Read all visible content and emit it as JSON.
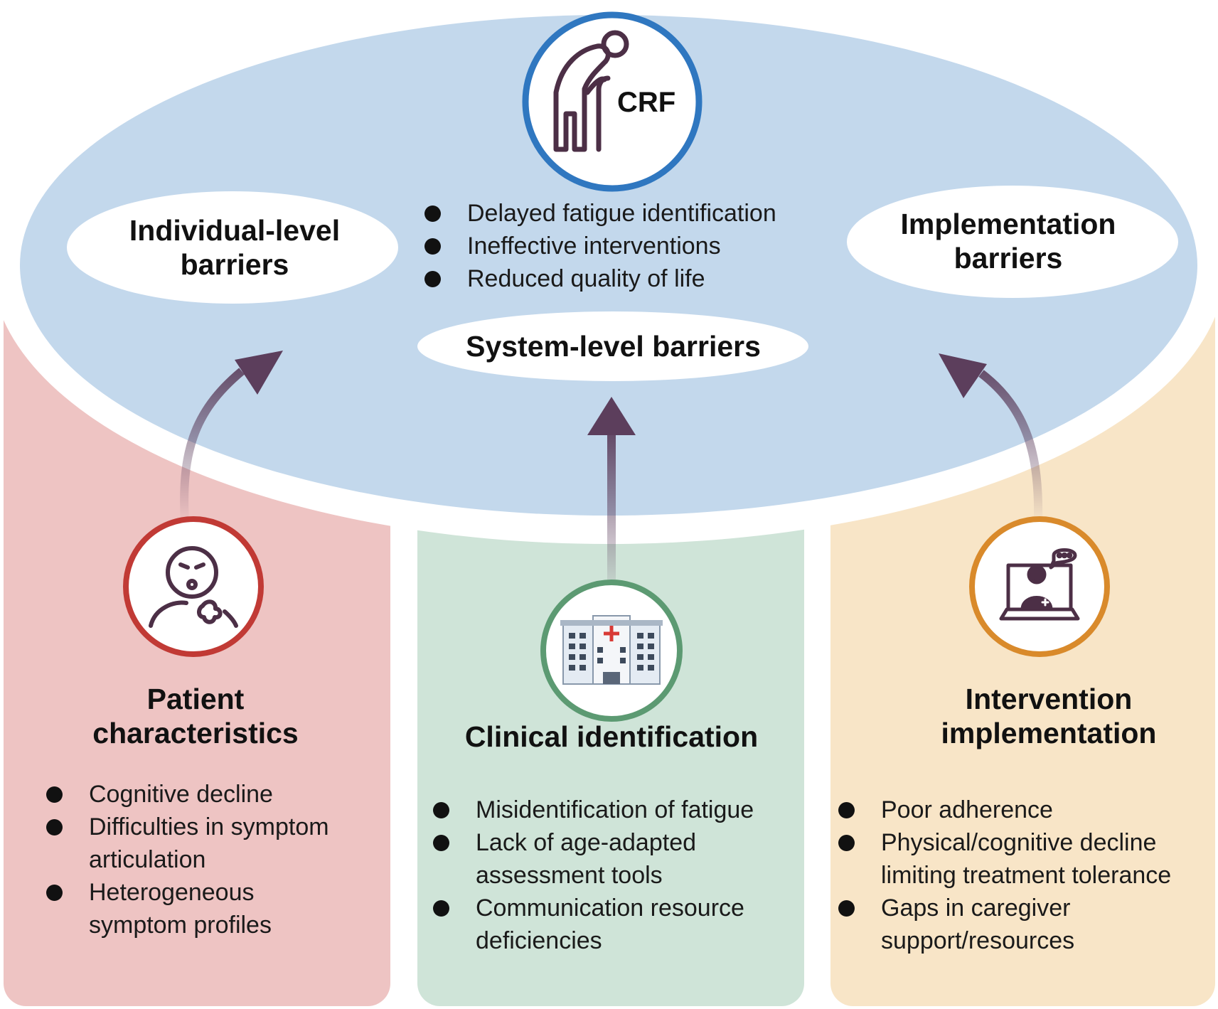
{
  "colors": {
    "oval": "#c3d8ec",
    "panel_patient": "#eec4c3",
    "panel_clinical": "#cfe4d8",
    "panel_intervention": "#f8e5c7",
    "ring_crf": "#2f77c0",
    "ring_patient": "#c13a35",
    "ring_clinical": "#5c9a72",
    "ring_intervention": "#d98a2b",
    "icon": "#4c2f46",
    "arrow": "#5c3e5c"
  },
  "center": {
    "icon": "elderly-person-with-cane-icon",
    "label": "CRF",
    "bullets": [
      "Delayed fatigue identification",
      "Ineffective interventions",
      "Reduced quality of life"
    ]
  },
  "barriers": {
    "individual": "Individual-level barriers",
    "implementation": "Implementation barriers",
    "system": "System-level barriers"
  },
  "panels": {
    "patient": {
      "icon": "breathless-patient-icon",
      "title": "Patient characteristics",
      "bullets": [
        "Cognitive decline",
        "Difficulties in symptom articulation",
        "Heterogeneous symptom profiles"
      ]
    },
    "clinical": {
      "icon": "hospital-building-icon",
      "title": "Clinical identification",
      "bullets": [
        "Misidentification of fatigue",
        "Lack of age-adapted assessment tools",
        "Communication resource deficiencies"
      ]
    },
    "intervention": {
      "icon": "telemedicine-laptop-icon",
      "title": "Intervention implementation",
      "bullets": [
        "Poor adherence",
        "Physical/cognitive decline limiting treatment tolerance",
        "Gaps in caregiver support/resources"
      ]
    }
  }
}
